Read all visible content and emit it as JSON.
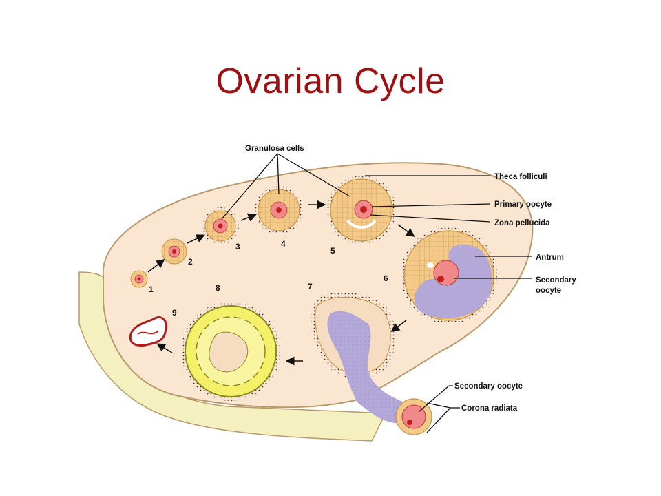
{
  "title": "Ovarian Cycle",
  "labels": {
    "granulosa_cells": "Granulosa cells",
    "theca_folliculi": "Theca folliculi",
    "primary_oocyte": "Primary oocyte",
    "zona_pellucida": "Zona pellucida",
    "antrum": "Antrum",
    "secondary_oocyte_1": "Secondary",
    "secondary_oocyte_2": "oocyte",
    "secondary_oocyte_ovulated": "Secondary oocyte",
    "corona_radiata": "Corona radiata"
  },
  "stages": [
    "1",
    "2",
    "3",
    "4",
    "5",
    "6",
    "7",
    "8",
    "9"
  ],
  "colors": {
    "title": "#a00f12",
    "ovary_fill": "#fbe6d2",
    "ovary_stroke": "#b89a6a",
    "mesovarium": "#f4f0c0",
    "follicle": "#f3c98a",
    "oocyte": "#f08a8a",
    "antrum": "#b3a8d8",
    "corpus_luteum": "#f5f06a"
  }
}
